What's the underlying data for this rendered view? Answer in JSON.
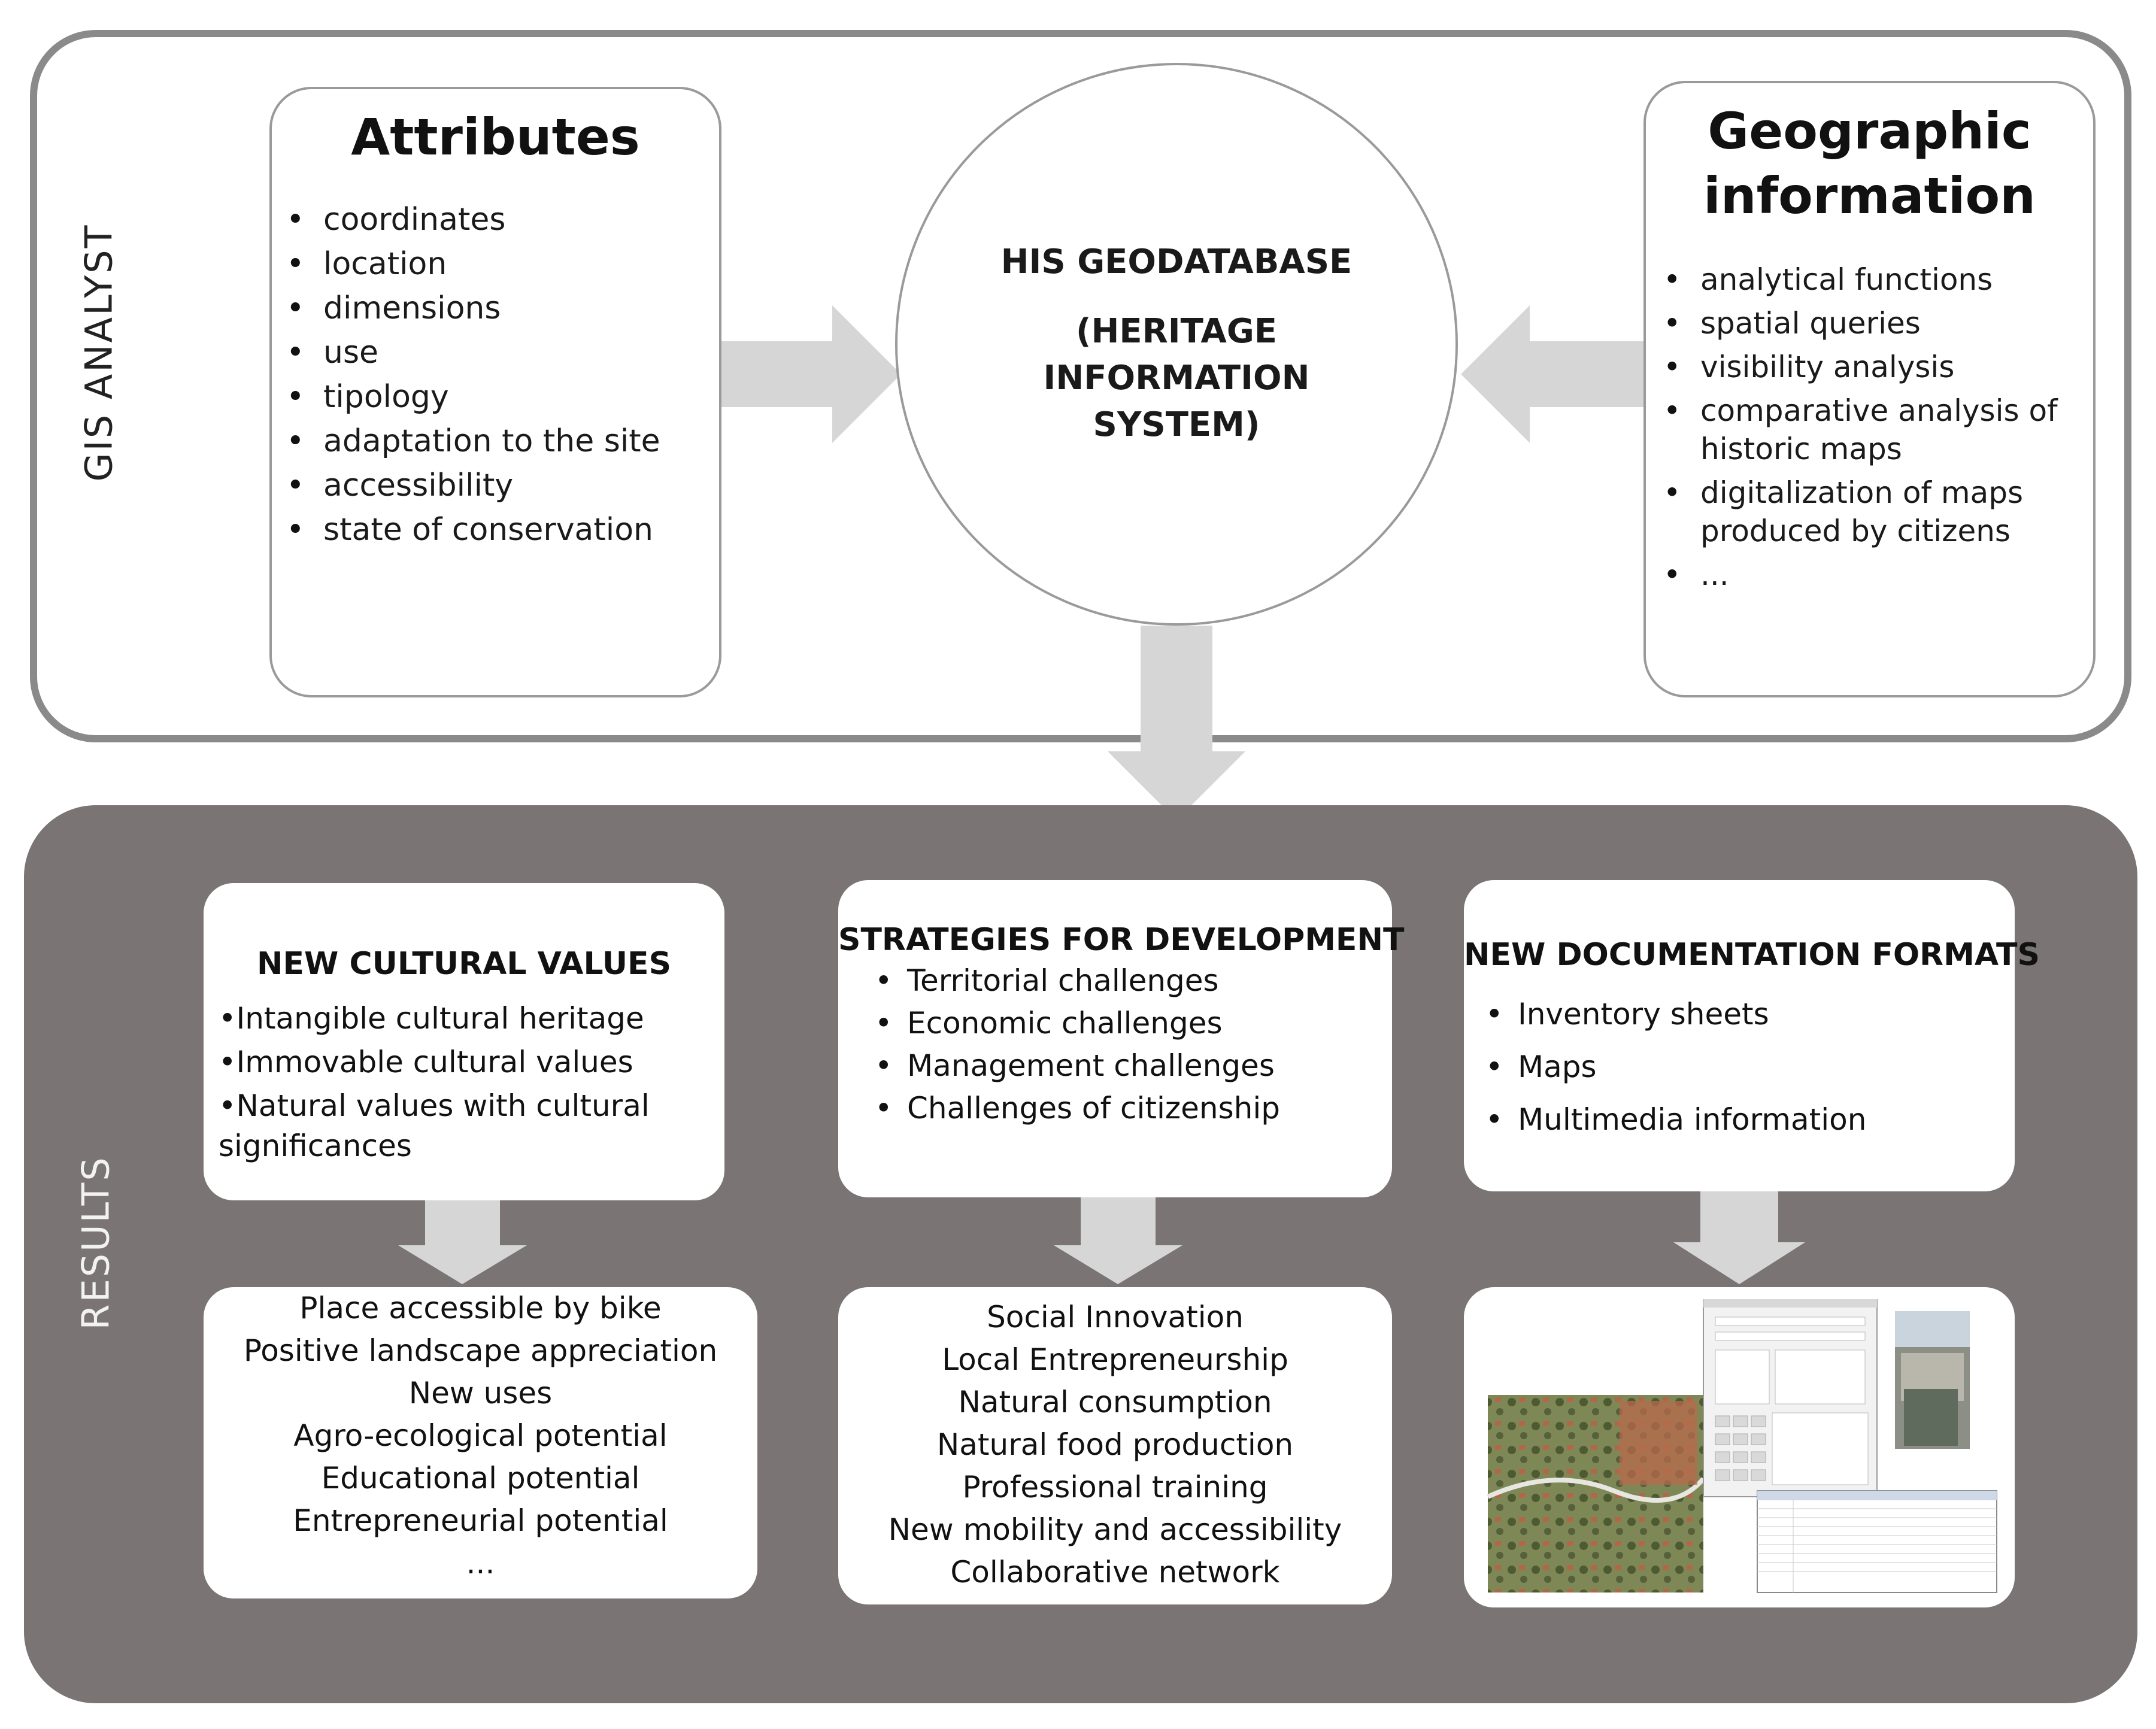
{
  "top_panel": {
    "side_label": "GIS ANALYST",
    "attributes": {
      "title": "Attributes",
      "items": [
        "coordinates",
        "location",
        "dimensions",
        "use",
        "tipology",
        "adaptation to the site",
        "accessibility",
        "state of conservation"
      ]
    },
    "geodatabase": {
      "title": "HIS GEODATABASE",
      "subtitle": "(HERITAGE\nINFORMATION\nSYSTEM)"
    },
    "geographic": {
      "title_line1": "Geographic",
      "title_line2": "information",
      "items": [
        "analytical functions",
        "spatial queries",
        "visibility analysis",
        "comparative analysis of historic maps",
        "digitalization of maps produced by citizens",
        "..."
      ]
    }
  },
  "bottom_panel": {
    "side_label": "RESULTS",
    "cultural_values": {
      "title": "NEW CULTURAL VALUES",
      "items": [
        "•Intangible cultural heritage",
        "•Immovable cultural values",
        "•Natural values with cultural",
        "significances"
      ]
    },
    "strategies": {
      "title": "STRATEGIES  FOR DEVELOPMENT",
      "items": [
        "Territorial challenges",
        "Economic challenges",
        "Management challenges",
        "Challenges of citizenship"
      ]
    },
    "documentation": {
      "title": "NEW DOCUMENTATION FORMATS",
      "items": [
        "Inventory sheets",
        "Maps",
        "Multimedia information"
      ]
    },
    "cultural_outcomes": [
      "Place accessible by bike",
      "Positive landscape appreciation",
      "New uses",
      "Agro-ecological potential",
      "Educational potential",
      "Entrepreneurial potential",
      "..."
    ],
    "strategy_outcomes": [
      "Social Innovation",
      "Local Entrepreneurship",
      "Natural consumption",
      "Natural food production",
      "Professional training",
      "New mobility and accessibility",
      "Collaborative network"
    ]
  },
  "colors": {
    "panel_border": "#8a8a8a",
    "results_panel": "#7a7474",
    "arrow_fill": "#d6d6d6"
  }
}
